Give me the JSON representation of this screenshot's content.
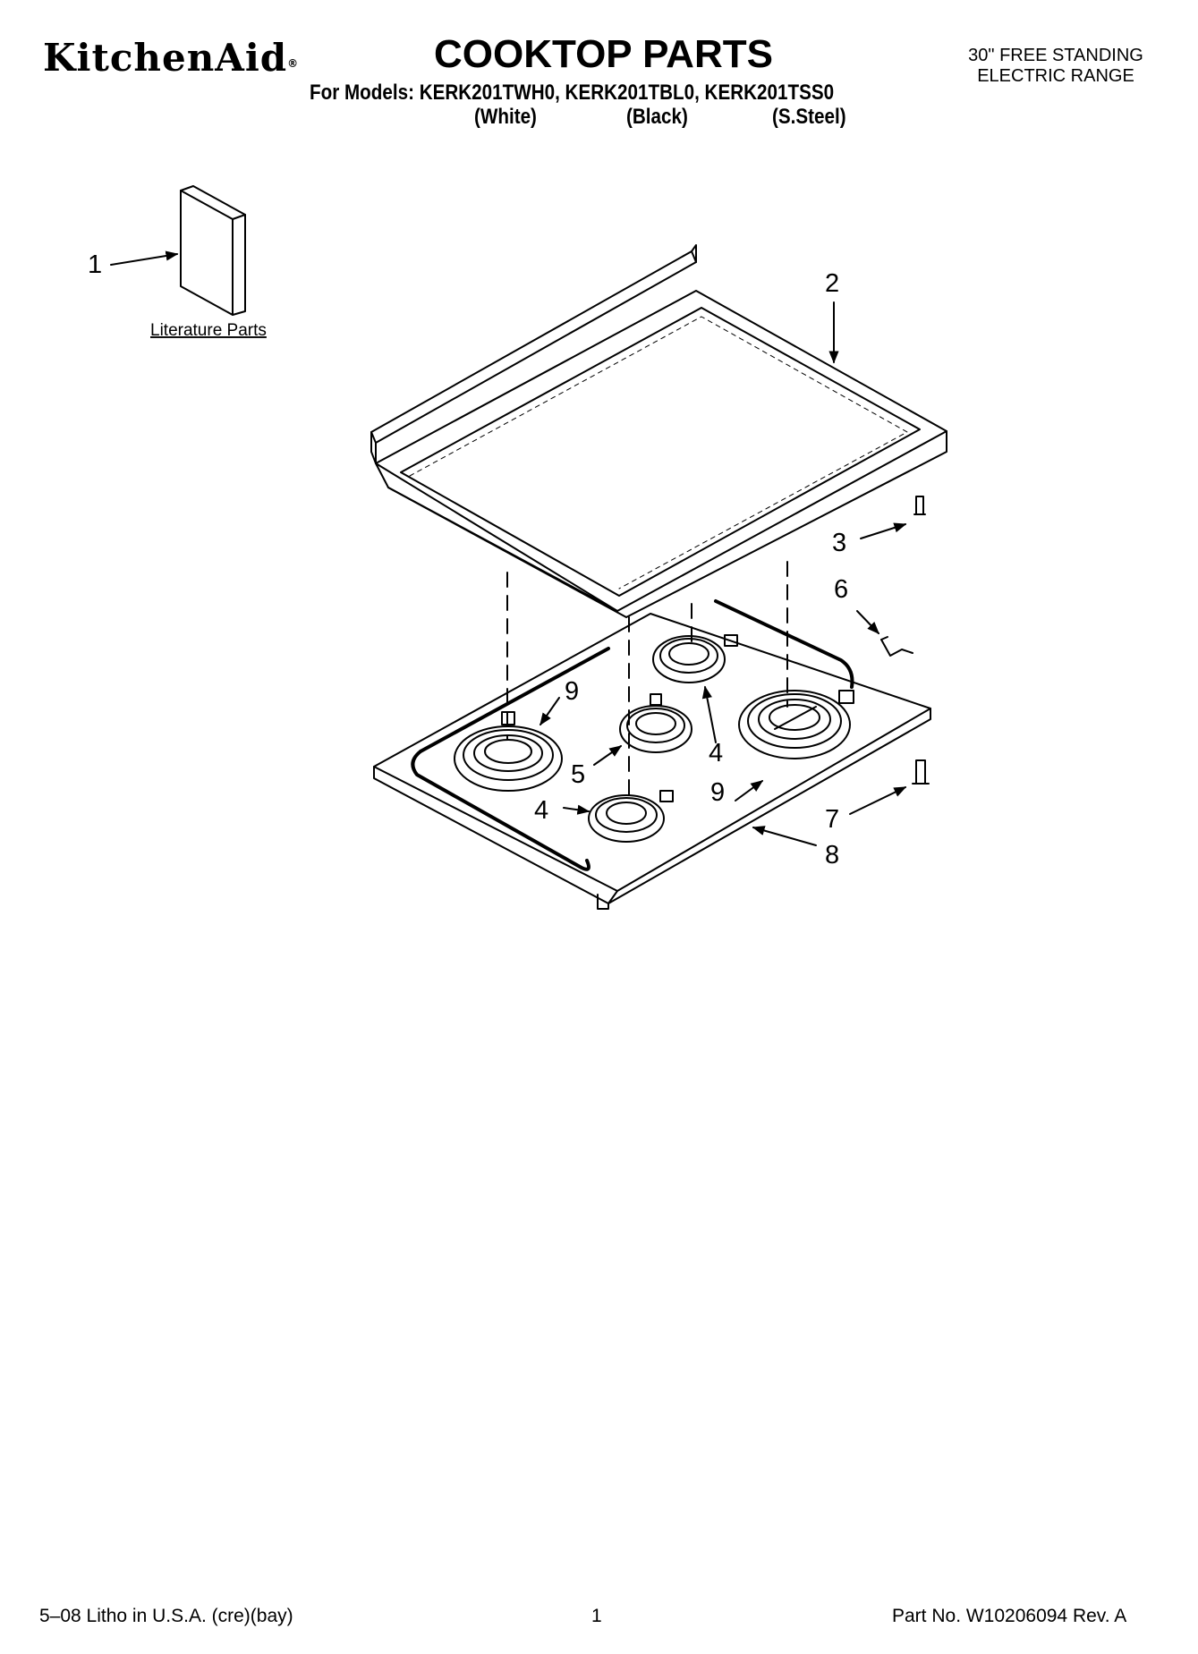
{
  "header": {
    "brand": "KitchenAid",
    "brand_mark": "®",
    "title": "COOKTOP PARTS",
    "models_line": "For Models: KERK201TWH0, KERK201TBL0, KERK201TSS0",
    "variants": [
      "(White)",
      "(Black)",
      "(S.Steel)"
    ],
    "subtitle_lines": [
      "30\" FREE STANDING",
      "ELECTRIC RANGE"
    ]
  },
  "diagram": {
    "literature_label": "Literature Parts",
    "callouts": {
      "c1": "1",
      "c2": "2",
      "c3": "3",
      "c6": "6",
      "c9a": "9",
      "c5": "5",
      "c4a": "4",
      "c4b": "4",
      "c9b": "9",
      "c7": "7",
      "c8": "8"
    }
  },
  "footer": {
    "left": "5–08 Litho in U.S.A. (cre)(bay)",
    "page": "1",
    "right": "Part No. W10206094 Rev. A"
  }
}
